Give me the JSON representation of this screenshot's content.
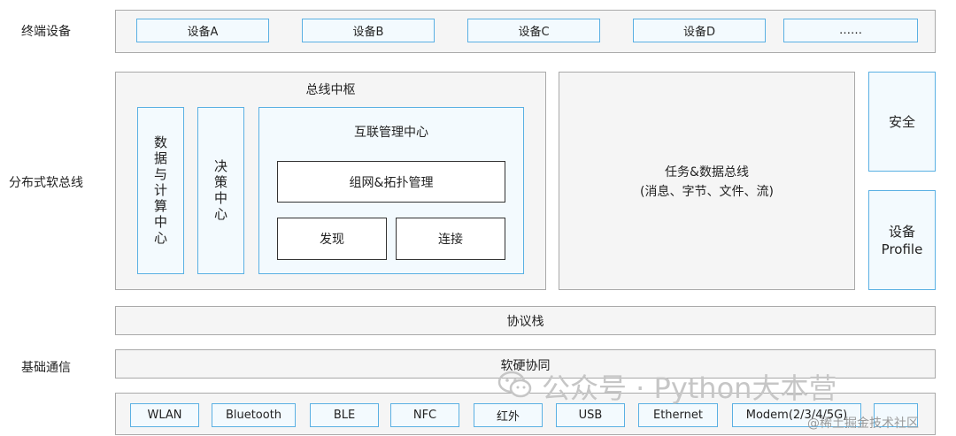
{
  "rows": {
    "terminal": "终端设备",
    "softbus": "分布式软总线",
    "basic": "基础通信"
  },
  "devices": [
    "设备A",
    "设备B",
    "设备C",
    "设备D",
    "……"
  ],
  "bus_hub": {
    "title": "总线中枢",
    "data_compute": "数据与计算中心",
    "decision": "决策中心",
    "interconnect": {
      "title": "互联管理中心",
      "network_topology": "组网&拓扑管理",
      "discover": "发现",
      "connect": "连接"
    }
  },
  "task_bus": {
    "title": "任务&数据总线",
    "subtitle": "(消息、字节、文件、流)"
  },
  "security": "安全",
  "device_profile": {
    "line1": "设备",
    "line2": "Profile"
  },
  "protocol_stack": "协议栈",
  "hw_sw_coop": "软硬协同",
  "protocols": [
    "WLAN",
    "Bluetooth",
    "BLE",
    "NFC",
    "红外",
    "USB",
    "Ethernet",
    "Modem(2/3/4/5G)",
    ""
  ],
  "watermark": {
    "main": "公众号 · Python大本营",
    "secondary": "@稀土掘金技术社区"
  },
  "colors": {
    "blue_border": "#5ab0e3",
    "panel_bg": "#f5f5f5"
  }
}
